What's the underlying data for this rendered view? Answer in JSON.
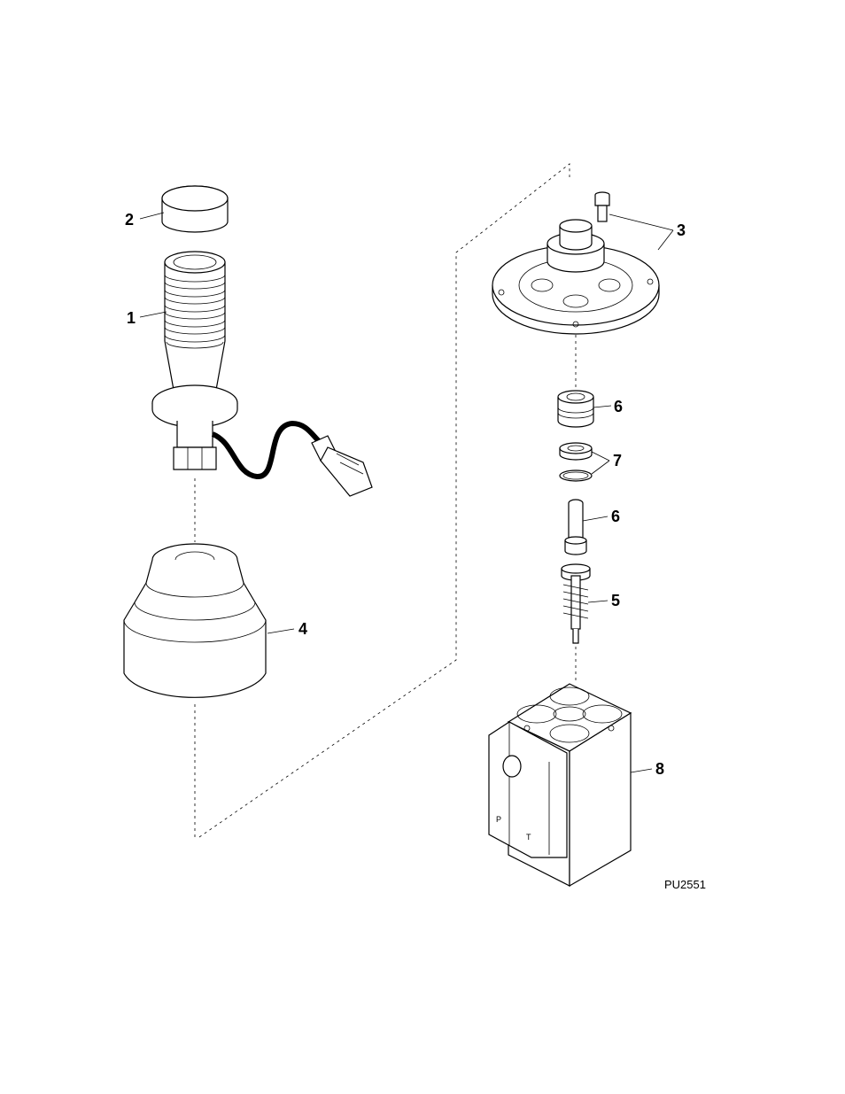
{
  "figure_id": "PU2551",
  "callouts": {
    "c1": "1",
    "c2": "2",
    "c3": "3",
    "c4": "4",
    "c5": "5",
    "c6a": "6",
    "c6b": "6",
    "c7": "7",
    "c8": "8"
  },
  "housing_marks": {
    "port_p": "P",
    "port_t": "T"
  },
  "colors": {
    "line": "#000000",
    "background": "#ffffff",
    "cable": "#000000"
  }
}
